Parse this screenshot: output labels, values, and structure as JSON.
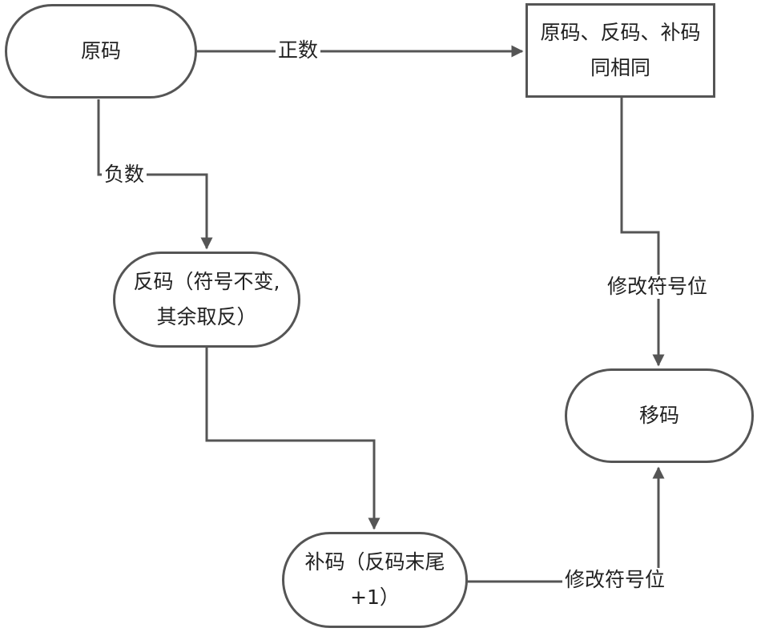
{
  "nodes": {
    "yuanma": "原码",
    "same": {
      "line1": "原码、反码、补码",
      "line2": "同相同"
    },
    "fanma": {
      "line1": "反码（符号不变,",
      "line2": "其余取反）"
    },
    "buma": {
      "line1": "补码（反码末尾",
      "line2": "+1）"
    },
    "yima": "移码"
  },
  "edges": {
    "positive": "正数",
    "negative": "负数",
    "modify_sign_right": "修改符号位",
    "modify_sign_bottom": "修改符号位"
  },
  "colors": {
    "stroke": "#555555",
    "text": "#222222",
    "background": "#ffffff"
  }
}
